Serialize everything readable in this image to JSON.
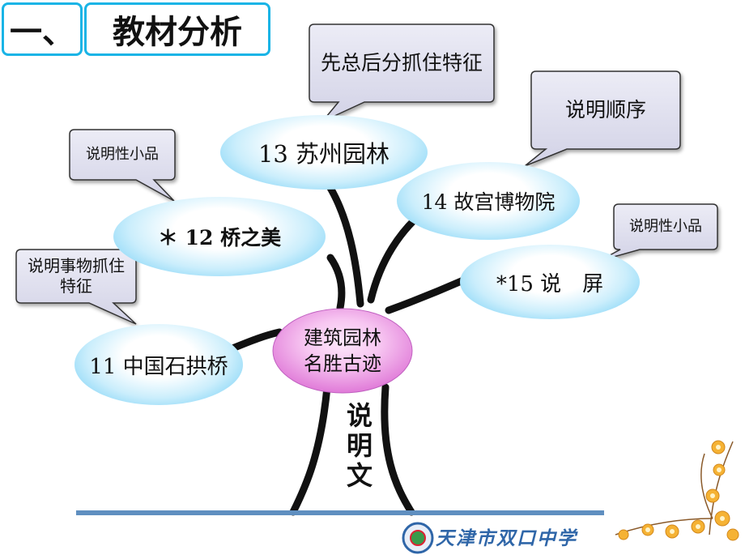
{
  "header": {
    "number": "一、",
    "title": "教材分析"
  },
  "center": {
    "line1": "建筑园林",
    "line2": "名胜古迹"
  },
  "trunk_label": "说明文",
  "branches": [
    {
      "label": "11  中国石拱桥"
    },
    {
      "label": "＊ 12 桥之美"
    },
    {
      "label": "13  苏州园林"
    },
    {
      "label": "14  故宫博物院"
    },
    {
      "label": "*15  说　屏"
    }
  ],
  "callouts": [
    {
      "text": "先总后分抓住特征"
    },
    {
      "text": "说明顺序"
    },
    {
      "text": "说明性小品"
    },
    {
      "text": "说明事物抓住特征"
    },
    {
      "text": "说明性小品"
    }
  ],
  "footer": {
    "school": "天津市双口中学"
  },
  "colors": {
    "header_border": "#19b4e6",
    "oval_edge": "#5ec7f3",
    "center_fill": "#e87ee0",
    "callout_fill": "#dcdcee",
    "footer_line": "#5f8fc0"
  }
}
